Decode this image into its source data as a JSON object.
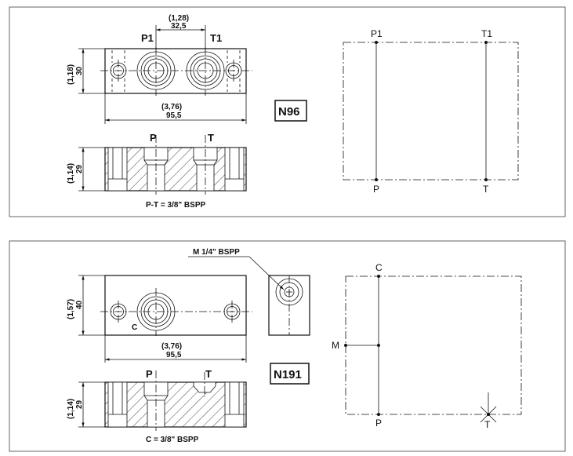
{
  "top_panel": {
    "dims": {
      "spacing_inch": "(1,28)",
      "spacing_mm": "32,5",
      "height_inch": "(1,18)",
      "height_mm": "30",
      "length_inch": "(3,76)",
      "length_mm": "95,5",
      "section_height_inch": "(1,14)",
      "section_height_mm": "29"
    },
    "top_view_ports": {
      "left": "P1",
      "right": "T1"
    },
    "section_ports": {
      "left": "P",
      "right": "T"
    },
    "thread_note": "P-T = 3/8\" BSPP",
    "model_code": "N96",
    "schematic": {
      "p1": "P1",
      "t1": "T1",
      "p": "P",
      "t": "T"
    }
  },
  "bottom_panel": {
    "dims": {
      "height_inch": "(1,57)",
      "height_mm": "40",
      "length_inch": "(3,76)",
      "length_mm": "95,5",
      "section_height_inch": "(1,14)",
      "section_height_mm": "29"
    },
    "top_view_label": "C",
    "gauge_port_label": "M 1/4\" BSPP",
    "section_ports": {
      "left": "P",
      "right": "T"
    },
    "thread_note": "C = 3/8\" BSPP",
    "model_code": "N191",
    "schematic": {
      "c": "C",
      "m": "M",
      "p": "P",
      "t": "T"
    }
  }
}
